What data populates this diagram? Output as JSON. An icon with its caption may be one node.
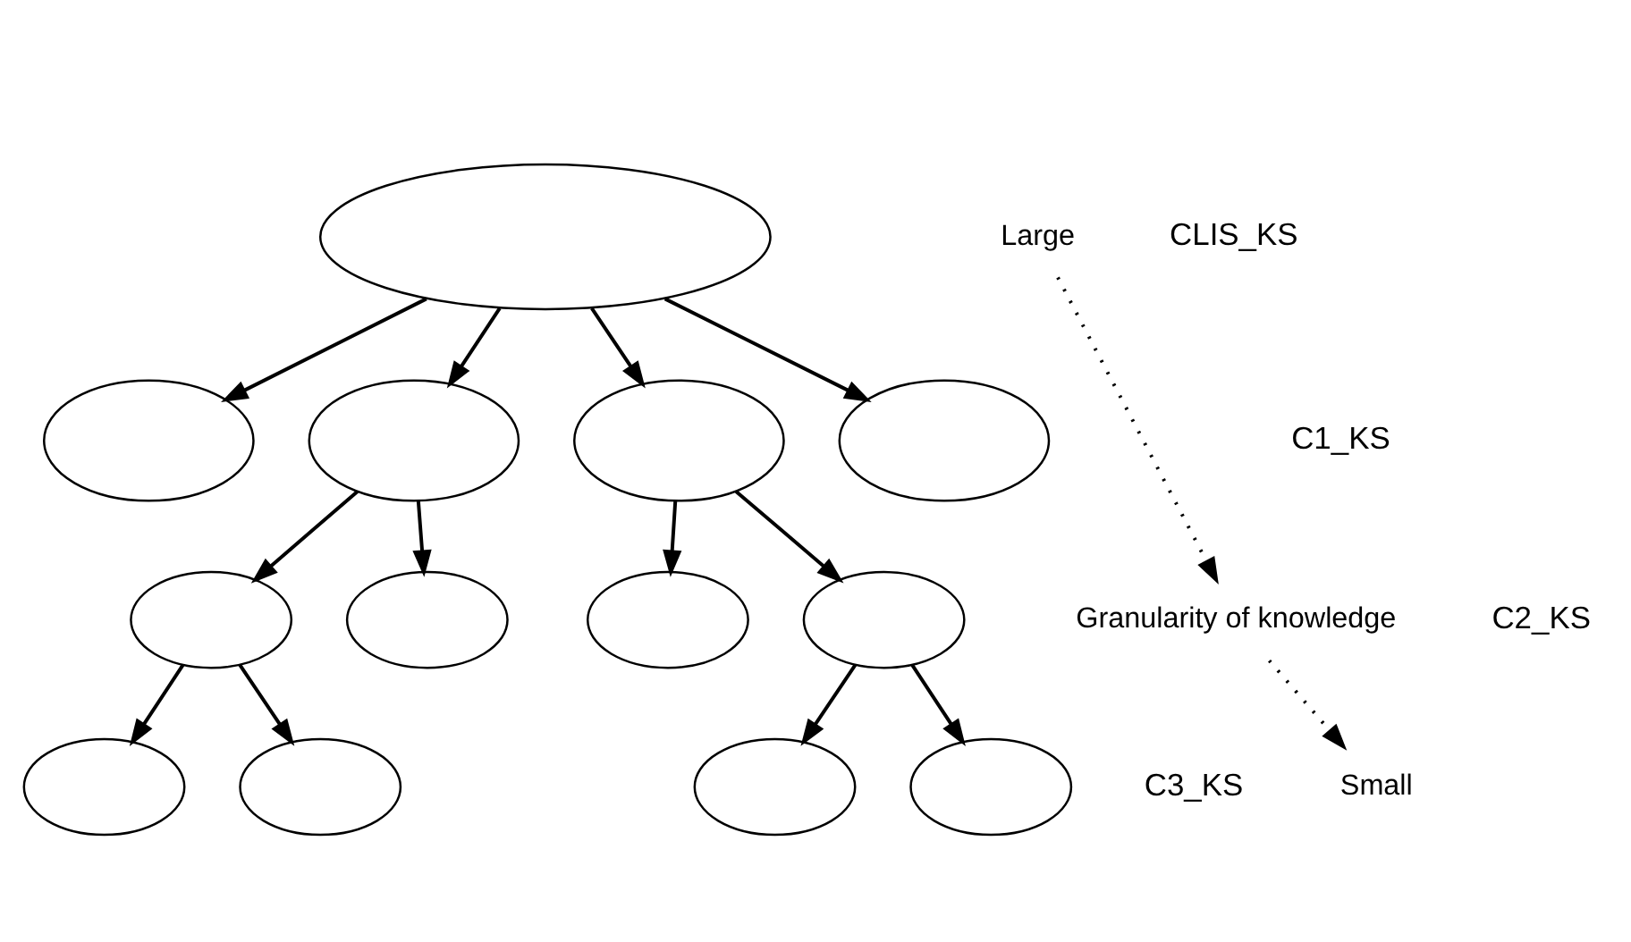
{
  "diagram": {
    "nodes": [
      {
        "text": [],
        "shape": "ellipse"
      },
      {
        "text": [],
        "shape": "ellipse"
      },
      {
        "text": [],
        "shape": "ellipse"
      },
      {
        "text": [],
        "shape": "ellipse"
      },
      {
        "text": [],
        "shape": "ellipse"
      },
      {
        "text": [],
        "shape": "ellipse"
      },
      {
        "text": [],
        "shape": "ellipse"
      },
      {
        "text": [],
        "shape": "ellipse"
      },
      {
        "text": [],
        "shape": "ellipse"
      },
      {
        "text": [],
        "shape": "ellipse"
      },
      {
        "text": [],
        "shape": "ellipse"
      },
      {
        "text": [],
        "shape": "ellipse"
      },
      {
        "text": [],
        "shape": "ellipse"
      }
    ],
    "edges": [
      {
        "from": 0,
        "to": 1,
        "arrow": "to"
      },
      {
        "from": 0,
        "to": 2,
        "arrow": "to"
      },
      {
        "from": 0,
        "to": 3,
        "arrow": "to"
      },
      {
        "from": 0,
        "to": 4,
        "arrow": "to"
      },
      {
        "from": 2,
        "to": 5,
        "arrow": "to"
      },
      {
        "from": 2,
        "to": 6,
        "arrow": "to"
      },
      {
        "from": 3,
        "to": 7,
        "arrow": "to"
      },
      {
        "from": 3,
        "to": 8,
        "arrow": "to"
      },
      {
        "from": 5,
        "to": 9,
        "arrow": "to"
      },
      {
        "from": 5,
        "to": 10,
        "arrow": "to"
      },
      {
        "from": 8,
        "to": 11,
        "arrow": "to"
      },
      {
        "from": 8,
        "to": 12,
        "arrow": "to"
      }
    ],
    "labels": [
      "CLIS_KS",
      "C1_KS",
      "C2_KS",
      "C3_KS",
      "Large",
      "Granularity of knowledge",
      "Small"
    ]
  }
}
